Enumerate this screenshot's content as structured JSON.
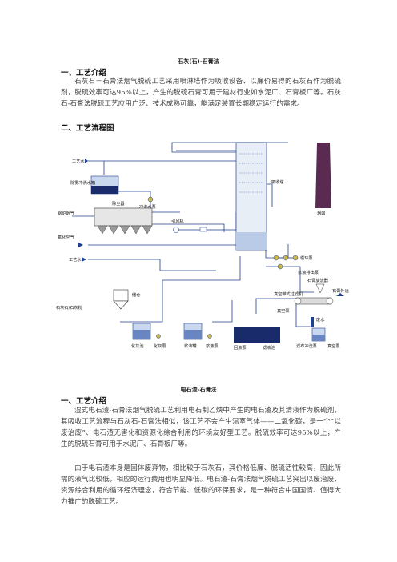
{
  "section1": {
    "title": "石灰(石)-石膏法",
    "heading_intro": "一、工艺介绍",
    "intro_text": "石灰石－石膏法烟气脱硫工艺采用喷淋塔作为吸收设备、以廉价易得的石灰石作为脱硫剂，脱硫效率可达95%以上，产生的脱硫石膏可用于建材行业如水泥厂、石膏板厂等。石灰石-石膏法脱硫工艺应用广泛、技术成熟可靠，能满足装置长期稳定运行的需求。",
    "heading_flow": "二、工艺流程图"
  },
  "diagram": {
    "labels": {
      "process_water_top": "工艺水",
      "demister_flush_tank": "除雾冲洗水箱",
      "dust_collector": "除尘器",
      "flush_pump": "冲洗水泵",
      "boiler_flue_gas": "锅炉烟气",
      "induced_fan": "引风机",
      "absorber": "吸收塔",
      "chimney": "烟囱",
      "oxidation_air": "氧化空气",
      "process_water_mid": "工艺水",
      "circulation_pump": "循环泵",
      "slurry_discharge_pump": "浆液排出泵",
      "silo": "储仓",
      "limestone_powder": "石灰石/石灰粉",
      "gypsum_cyclone": "石膏旋流器",
      "gypsum_export": "石膏外运",
      "vacuum_belt_filter": "真空带式过滤机",
      "vacuum_pump": "真空泵",
      "waste_water": "废水",
      "filter_cloth_pump": "滤布冲洗泵",
      "vacuum_pump_2": "真空泵",
      "slaking_tank": "化灰池",
      "slaking_pump": "化灰泵",
      "slurry_tank": "浆液罐",
      "slurry_pump": "浆液泵",
      "return_pump": "回液泵",
      "filtrate_tank": "滤液池"
    }
  },
  "section2": {
    "title": "电石渣-石膏法",
    "heading_intro": "一、工艺介绍",
    "para1": "湿式电石渣-石膏法烟气脱硫工艺利用电石制乙炔中产生的电石渣及其清液作为脱硫剂，其吸收工艺流程与石灰石-石膏法相似，该工艺不会产生温室气体——二氧化碳，是一个“以废治废”、电石渣无害化和资源化综合利用的环境友好型工艺。脱硫效率可达95%以上，产生的脱硫石膏可用于水泥厂、石膏板厂等。",
    "para2": "由于电石渣本身是固体废弃物，相比较于石灰石，其价格低廉、脱硫活性较高，因此所需的液气比较低，相应的运行费用也明显降低。电石渣-石膏法烟气脱硫工艺突出以废治废、资源综合利用的循环经济理念，符合节能、低碳的环保要求，是一种符合中国国情、值得大力推广的脱硫工艺。"
  },
  "colors": {
    "pipe": "#1f3f8f",
    "tank_fill": "#c9d8ee",
    "chimney": "#5a2a50",
    "absorber_fill": "#e8eef6",
    "water_dark": "#1a2b6b",
    "pump": "#c8b84a"
  }
}
